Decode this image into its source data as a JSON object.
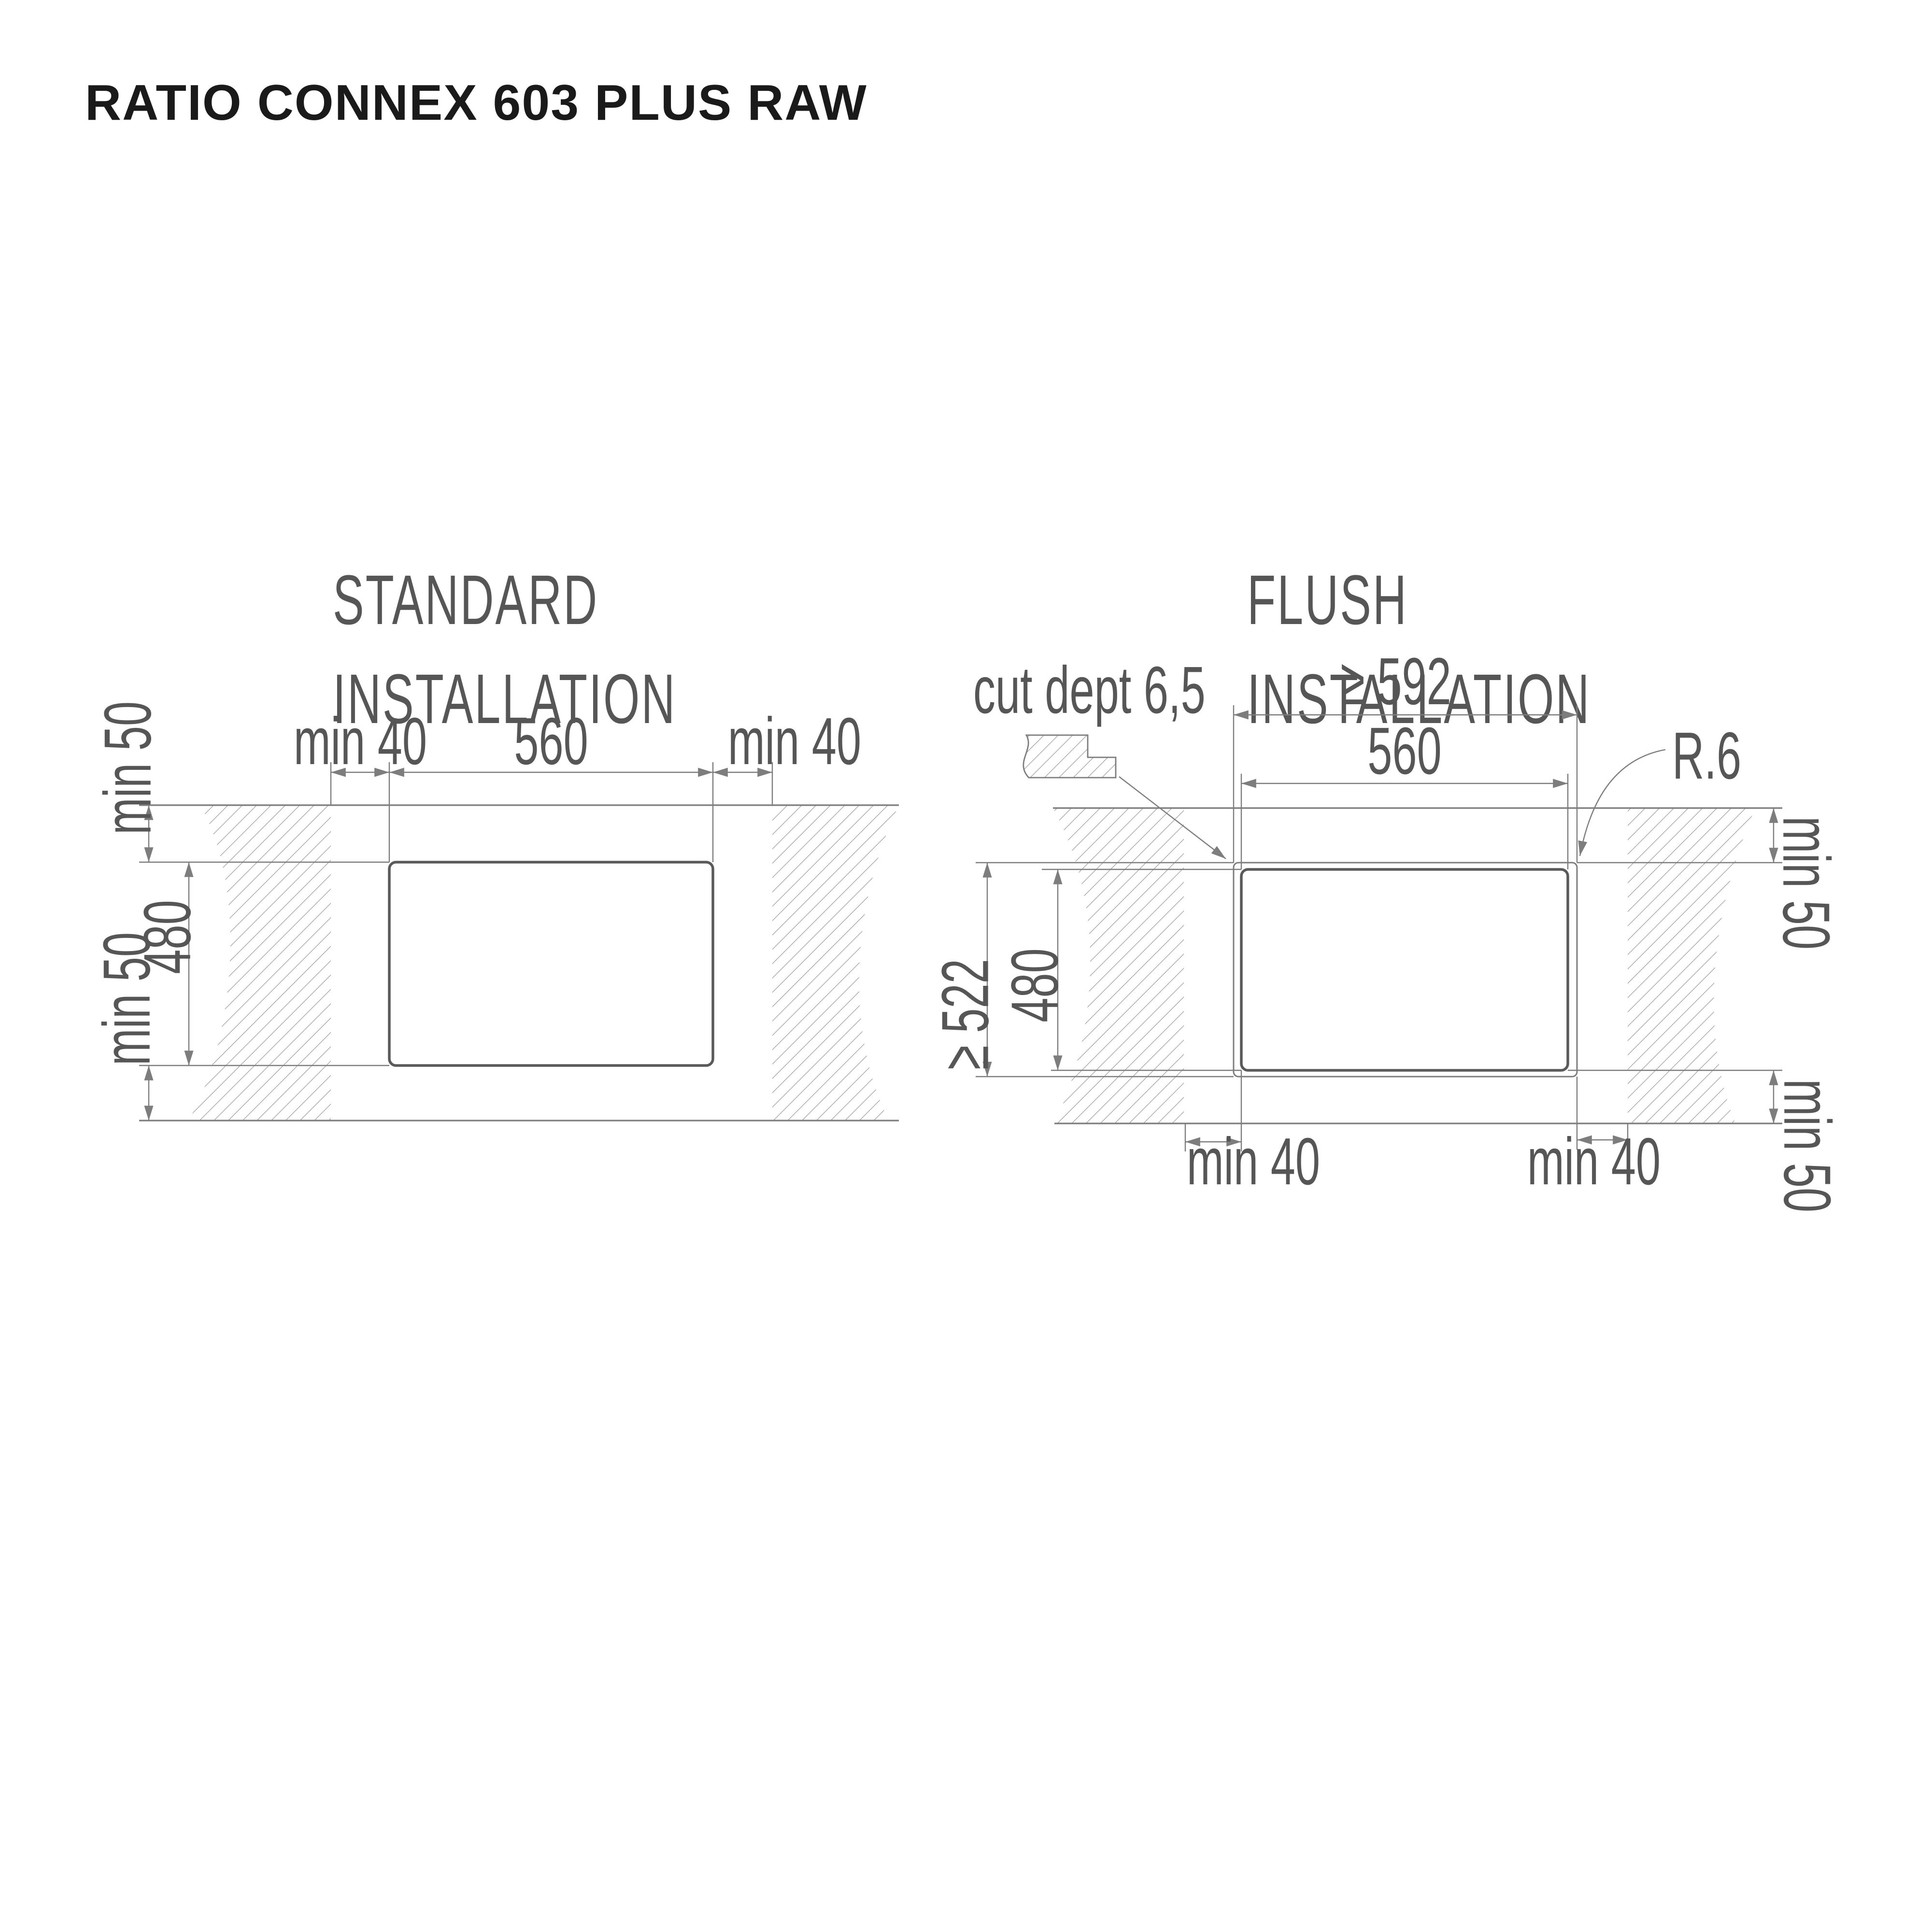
{
  "colors": {
    "title_ink": "#1a1a1a",
    "label_gray": "#565656",
    "line_gray": "#7d7d7d",
    "hatch_gray": "#9a9a9a",
    "cutout_stroke": "#5a5a5a"
  },
  "header": {
    "title": "RATIO CONNEX 603 PLUS RAW"
  },
  "standard": {
    "title_line1": "STANDARD",
    "title_line2": "INSTALLATION",
    "dim_min50_top": "min 50",
    "dim_min40_left": "min 40",
    "dim_width": "560",
    "dim_min40_right": "min 40",
    "dim_height": "480",
    "dim_min50_bottom": "min 50"
  },
  "flush": {
    "title_line1": "FLUSH",
    "title_line2": "INSTALLATION",
    "cut_depth_label": "cut dept 6,5",
    "dim_recess_width": "≥ 592",
    "dim_width": "560",
    "radius_label": "R.6",
    "dim_min50_top": "min 50",
    "dim_recess_height": "≥ 522",
    "dim_height": "480",
    "dim_min40_left": "min 40",
    "dim_min40_right": "min 40",
    "dim_min50_bottom": "min 50"
  }
}
